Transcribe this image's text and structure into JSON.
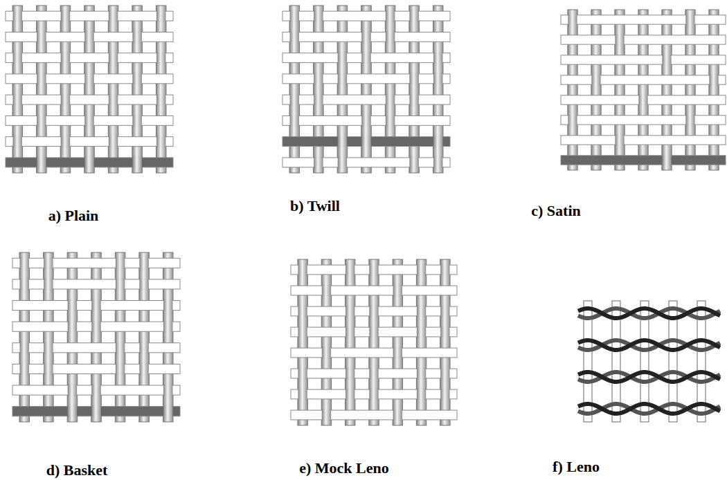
{
  "diagram": {
    "labels": [
      "a) Plain",
      "b) Twill",
      "c) Satin",
      "d) Basket",
      "e) Mock Leno",
      "f) Leno"
    ]
  }
}
